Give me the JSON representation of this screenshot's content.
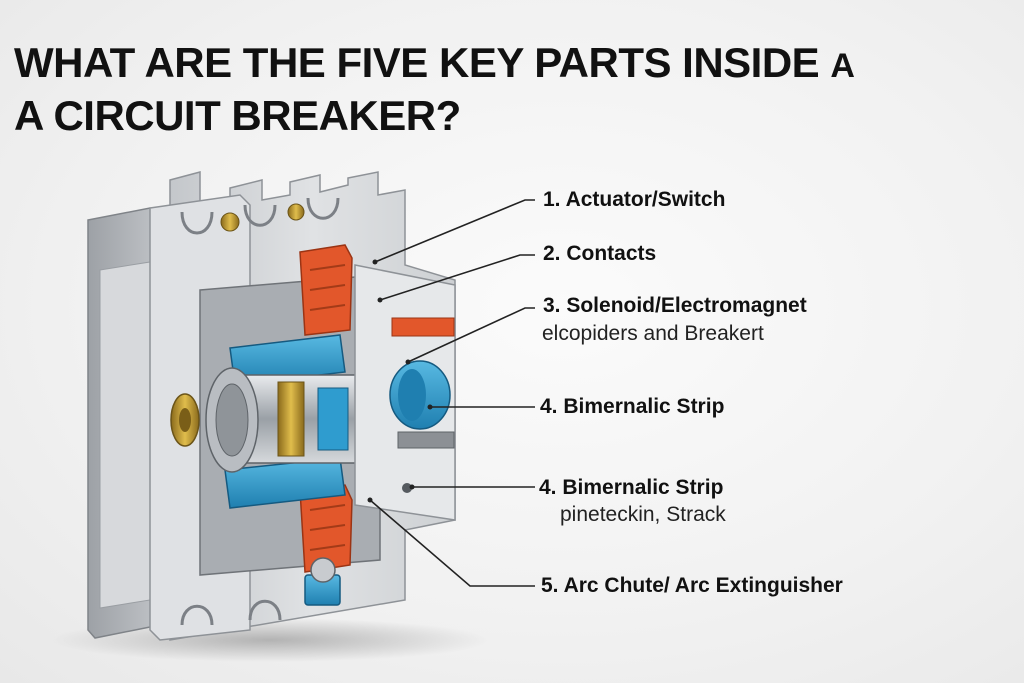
{
  "title": {
    "line1": "WHAT ARE THE FIVE KEY PARTS INSIDE",
    "line1_tail": "A",
    "line2": "A CIRCUIT BREAKER?"
  },
  "callouts": [
    {
      "label": "1. Actuator/Switch",
      "sublabel": ""
    },
    {
      "label": "2. Contacts",
      "sublabel": ""
    },
    {
      "label": "3. Solenoid/Electromagnet",
      "sublabel": "elcopiders and Breakert"
    },
    {
      "label": "4. Bimernalic Strip",
      "sublabel": ""
    },
    {
      "label": "4. Bimernalic Strip",
      "sublabel": "pineteckin, Strack"
    },
    {
      "label": "5. Arc Chute/ Arc Extinguisher",
      "sublabel": ""
    }
  ],
  "colors": {
    "body_gray": "#d3d5d8",
    "accent_orange": "#e2572b",
    "accent_blue": "#2f9ccf",
    "brass": "#c9a338",
    "leader_line": "#222222"
  },
  "image": {
    "subject": "circuit-breaker-cutaway"
  }
}
